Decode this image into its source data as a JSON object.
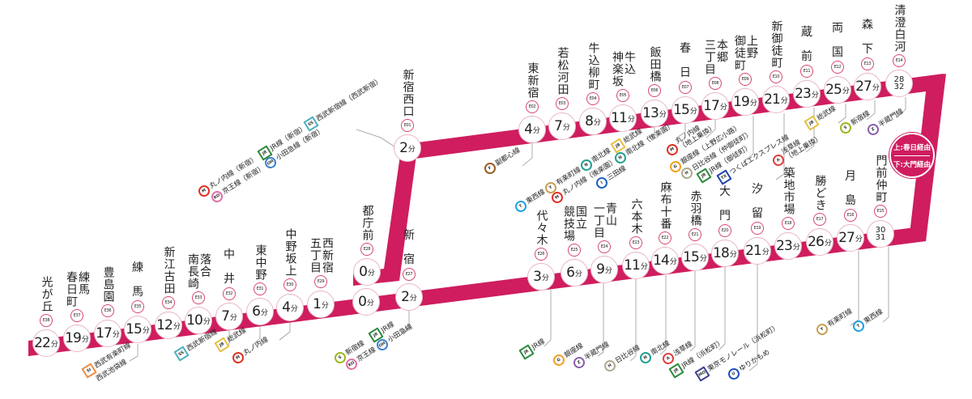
{
  "line_color": "#cf1d5f",
  "unit": "分",
  "legend": {
    "upper": "上:春日経由",
    "lower": "下:大門経由"
  },
  "stations": [
    {
      "name": "光が丘",
      "code": "E38",
      "time": "22"
    },
    {
      "name": "練馬\n春日町",
      "code": "E37",
      "time": "19"
    },
    {
      "name": "豊島園",
      "code": "E36",
      "time": "17"
    },
    {
      "name": "練\n　\n馬",
      "code": "E35",
      "time": "15"
    },
    {
      "name": "新江古田",
      "code": "E34",
      "time": "12"
    },
    {
      "name": "落合\n南長崎",
      "code": "E33",
      "time": "10"
    },
    {
      "name": "中\n　\n井",
      "code": "E32",
      "time": "7"
    },
    {
      "name": "東中野",
      "code": "E31",
      "time": "6"
    },
    {
      "name": "中野坂上",
      "code": "E30",
      "time": "4"
    },
    {
      "name": "西新宿\n五丁目",
      "code": "E29",
      "time": "1"
    },
    {
      "name": "都庁前",
      "code": "E28",
      "time": "0"
    },
    {
      "name": "",
      "code": "",
      "time": "0"
    },
    {
      "name": "新\n　\n宿",
      "code": "E27",
      "time": "2"
    },
    {
      "name": "新宿西口",
      "code": "E01",
      "time": "2"
    },
    {
      "name": "東新宿",
      "code": "E02",
      "time": "4"
    },
    {
      "name": "若松河田",
      "code": "E03",
      "time": "7"
    },
    {
      "name": "牛込柳町",
      "code": "E04",
      "time": "8"
    },
    {
      "name": "牛込\n神楽坂",
      "code": "E05",
      "time": "11"
    },
    {
      "name": "飯田橋",
      "code": "E06",
      "time": "13"
    },
    {
      "name": "春\n　\n日",
      "code": "E07",
      "time": "15"
    },
    {
      "name": "本郷\n三丁目",
      "code": "E08",
      "time": "17"
    },
    {
      "name": "上野\n御徒町",
      "code": "E09",
      "time": "19"
    },
    {
      "name": "新御徒町",
      "code": "E10",
      "time": "21"
    },
    {
      "name": "蔵\n　\n前",
      "code": "E11",
      "time": "23"
    },
    {
      "name": "両\n　\n国",
      "code": "E12",
      "time": "25"
    },
    {
      "name": "森\n　\n下",
      "code": "E13",
      "time": "27"
    },
    {
      "name": "清澄白河",
      "code": "E14",
      "time": "28\n32"
    },
    {
      "name": "代々木",
      "code": "E26",
      "time": "3"
    },
    {
      "name": "国立\n競技場",
      "code": "E25",
      "time": "6"
    },
    {
      "name": "青山\n一丁目",
      "code": "E24",
      "time": "9"
    },
    {
      "name": "六本木",
      "code": "E23",
      "time": "11"
    },
    {
      "name": "麻布十番",
      "code": "E22",
      "time": "14"
    },
    {
      "name": "赤羽橋",
      "code": "E21",
      "time": "15"
    },
    {
      "name": "大\n　\n門",
      "code": "E20",
      "time": "18"
    },
    {
      "name": "汐\n　\n留",
      "code": "E19",
      "time": "21"
    },
    {
      "name": "築地市場",
      "code": "E18",
      "time": "23"
    },
    {
      "name": "勝どき",
      "code": "E17",
      "time": "26"
    },
    {
      "name": "月\n　\n島",
      "code": "E16",
      "time": "27"
    },
    {
      "name": "門前仲町",
      "code": "E15",
      "time": "30\n31"
    }
  ],
  "transfers": [
    {
      "badge": "SI",
      "color": "#f08c40",
      "shape": "sq",
      "text": "西武有楽町線"
    },
    {
      "badge": "",
      "color": "",
      "shape": "",
      "text": "西武池袋線"
    },
    {
      "badge": "SS",
      "color": "#4ab0c0",
      "shape": "sq",
      "text": "西武新宿線"
    },
    {
      "badge": "JB",
      "color": "#e8c040",
      "shape": "sq",
      "text": "総武線"
    },
    {
      "badge": "M",
      "color": "#e03020",
      "shape": "circ",
      "text": "丸ノ内線"
    },
    {
      "badge": "S",
      "color": "#9ab820",
      "shape": "circ",
      "text": "新宿線"
    },
    {
      "badge": "KO",
      "color": "#e070a8",
      "shape": "circ",
      "text": "京王線"
    },
    {
      "badge": "JR",
      "color": "#2a8a3a",
      "shape": "sq",
      "text": "JR線"
    },
    {
      "badge": "OH",
      "color": "#3a80d0",
      "shape": "circ",
      "text": "小田急線"
    },
    {
      "badge": "M",
      "color": "#e03020",
      "shape": "circ",
      "text": "丸ノ内線（新宿）"
    },
    {
      "badge": "KO",
      "color": "#e070a8",
      "shape": "circ",
      "text": "京王線（新宿）"
    },
    {
      "badge": "JR",
      "color": "#2a8a3a",
      "shape": "sq",
      "text": "JR線（新宿）"
    },
    {
      "badge": "OH",
      "color": "#3a80d0",
      "shape": "circ",
      "text": "小田急線（新宿）"
    },
    {
      "badge": "SS",
      "color": "#4ab0c0",
      "shape": "sq",
      "text": "西武新宿線（西武新宿）"
    },
    {
      "badge": "F",
      "color": "#9a5a20",
      "shape": "circ",
      "text": "副都心線"
    },
    {
      "badge": "T",
      "color": "#20a0e0",
      "shape": "circ",
      "text": "東西線"
    },
    {
      "badge": "Y",
      "color": "#c8a050",
      "shape": "circ",
      "text": "有楽町線"
    },
    {
      "badge": "M",
      "color": "#e03020",
      "shape": "circ",
      "text": "丸ノ内線（後楽園）"
    },
    {
      "badge": "N",
      "color": "#20a090",
      "shape": "circ",
      "text": "南北線"
    },
    {
      "badge": "I",
      "color": "#2060c0",
      "shape": "circ",
      "text": "三田線"
    },
    {
      "badge": "JB",
      "color": "#e8c040",
      "shape": "sq",
      "text": "総武線"
    },
    {
      "badge": "N",
      "color": "#20a090",
      "shape": "circ",
      "text": "南北線（後楽園）"
    },
    {
      "badge": "M",
      "color": "#e03020",
      "shape": "circ",
      "text": "丸ノ内線\n（地上乗換）"
    },
    {
      "badge": "G",
      "color": "#f0a020",
      "shape": "circ",
      "text": "銀座線（上野広小路）"
    },
    {
      "badge": "H",
      "color": "#b0a890",
      "shape": "circ",
      "text": "日比谷線（仲御徒町）"
    },
    {
      "badge": "JR",
      "color": "#2a8a3a",
      "shape": "sq",
      "text": "JR線（御徒町）"
    },
    {
      "badge": "TX",
      "color": "#2040b0",
      "shape": "sq",
      "text": "つくばエクスプレス線"
    },
    {
      "badge": "A",
      "color": "#e04040",
      "shape": "circ",
      "text": "浅草線\n（地上乗換）"
    },
    {
      "badge": "JB",
      "color": "#e8c040",
      "shape": "sq",
      "text": "総武線"
    },
    {
      "badge": "S",
      "color": "#9ab820",
      "shape": "circ",
      "text": "新宿線"
    },
    {
      "badge": "Z",
      "color": "#8a60b0",
      "shape": "circ",
      "text": "半蔵門線"
    },
    {
      "badge": "JR",
      "color": "#2a8a3a",
      "shape": "sq",
      "text": "JR線"
    },
    {
      "badge": "G",
      "color": "#f0a020",
      "shape": "circ",
      "text": "銀座線"
    },
    {
      "badge": "Z",
      "color": "#8a60b0",
      "shape": "circ",
      "text": "半蔵門線"
    },
    {
      "badge": "H",
      "color": "#b0a890",
      "shape": "circ",
      "text": "日比谷線"
    },
    {
      "badge": "N",
      "color": "#20a090",
      "shape": "circ",
      "text": "南北線"
    },
    {
      "badge": "A",
      "color": "#e04040",
      "shape": "circ",
      "text": "浅草線"
    },
    {
      "badge": "JR",
      "color": "#2a8a3a",
      "shape": "sq",
      "text": "JR線（浜松町）"
    },
    {
      "badge": "MO",
      "color": "#404090",
      "shape": "sq",
      "text": "東京モノレール（浜松町）"
    },
    {
      "badge": "U",
      "color": "#2050c0",
      "shape": "circ",
      "text": "ゆりかもめ"
    },
    {
      "badge": "Y",
      "color": "#c8a050",
      "shape": "circ",
      "text": "有楽町線"
    },
    {
      "badge": "T",
      "color": "#20a0e0",
      "shape": "circ",
      "text": "東西線"
    }
  ]
}
